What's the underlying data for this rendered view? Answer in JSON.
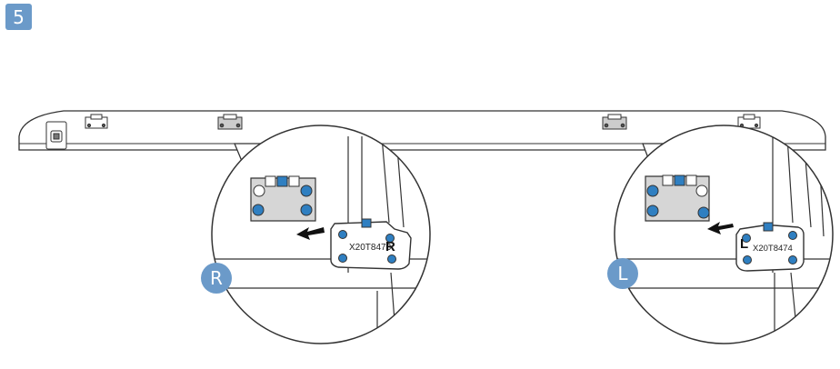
{
  "step": {
    "number": "5"
  },
  "callouts": {
    "right": {
      "letter": "R",
      "part_code": "X20T8473",
      "side_mark": "R"
    },
    "left": {
      "letter": "L",
      "part_code": "X20T8474",
      "side_mark": "L"
    }
  },
  "colors": {
    "accent": "#6b9ac9",
    "hole": "#2f7fc1",
    "line": "#333333",
    "plate": "#d6d6d6"
  }
}
